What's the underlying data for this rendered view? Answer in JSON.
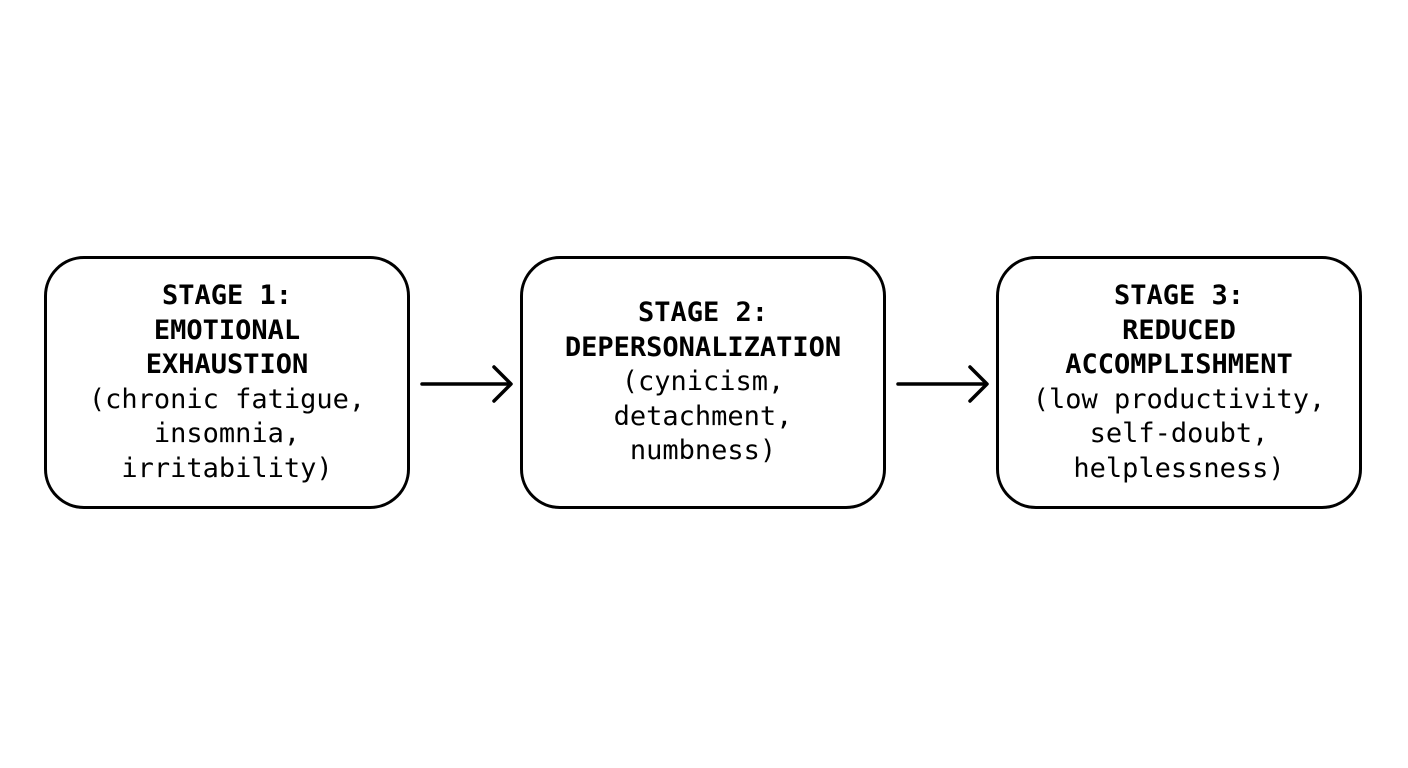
{
  "stages": [
    {
      "title": "STAGE 1:",
      "name_lines": [
        "EMOTIONAL",
        "EXHAUSTION"
      ],
      "detail_lines": [
        "(chronic fatigue,",
        "insomnia,",
        "irritability)"
      ]
    },
    {
      "title": "STAGE 2:",
      "name_lines": [
        "DEPERSONALIZATION"
      ],
      "detail_lines": [
        "(cynicism,",
        "detachment,",
        "numbness)"
      ]
    },
    {
      "title": "STAGE 3:",
      "name_lines": [
        "REDUCED",
        "ACCOMPLISHMENT"
      ],
      "detail_lines": [
        "(low productivity,",
        "self-doubt,",
        "helplessness)"
      ]
    }
  ],
  "connectors": [
    {
      "from": "STAGE 1",
      "to": "STAGE 2",
      "icon": "right-arrow-icon"
    },
    {
      "from": "STAGE 2",
      "to": "STAGE 3",
      "icon": "right-arrow-icon"
    }
  ],
  "colors": {
    "stroke": "#000000",
    "background": "#ffffff"
  }
}
